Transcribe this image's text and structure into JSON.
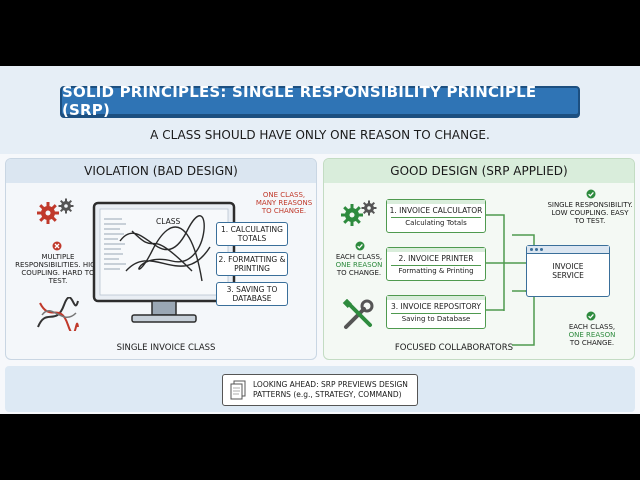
{
  "title": "SOLID PRINCIPLES: SINGLE RESPONSIBILITY PRINCIPLE (SRP)",
  "subtitle": "A CLASS SHOULD HAVE ONLY ONE REASON TO CHANGE.",
  "violation": {
    "heading": "VIOLATION (BAD DESIGN)",
    "class_label": "CLASS",
    "warning_note": "ONE CLASS, MANY REASONS TO CHANGE.",
    "side_note": "MULTIPLE RESPONSIBILITIES. HIGH COUPLING. HARD TO TEST.",
    "boxes": [
      "1. CALCULATING TOTALS",
      "2. FORMATTING & PRINTING",
      "3. SAVING TO DATABASE"
    ],
    "caption": "SINGLE INVOICE CLASS"
  },
  "good": {
    "heading": "GOOD DESIGN (SRP APPLIED)",
    "left_note": "EACH CLASS, ONE REASON TO CHANGE.",
    "left_note_a": "EACH CLASS,",
    "left_note_b": "ONE REASON",
    "left_note_c": "TO CHANGE.",
    "top_note": "SINGLE RESPONSIBILITY. LOW COUPLING. EASY TO TEST.",
    "bottom_note_a": "EACH CLASS,",
    "bottom_note_b": "ONE REASON",
    "bottom_note_c": "TO CHANGE.",
    "classes": [
      {
        "name": "1. INVOICE CALCULATOR",
        "desc": "Calculating Totals"
      },
      {
        "name": "2. INVOICE PRINTER",
        "desc": "Formatting & Printing"
      },
      {
        "name": "3. INVOICE REPOSITORY",
        "desc": "Saving to Database"
      }
    ],
    "service": "INVOICE SERVICE",
    "caption": "FOCUSED COLLABORATORS"
  },
  "footer": {
    "text": "LOOKING AHEAD: SRP PREVIEWS DESIGN PATTERNS (e.g., STRATEGY, COMMAND)"
  },
  "colors": {
    "banner": "#2f74b5",
    "warning": "#c0392b",
    "ok": "#2e8b3e"
  }
}
